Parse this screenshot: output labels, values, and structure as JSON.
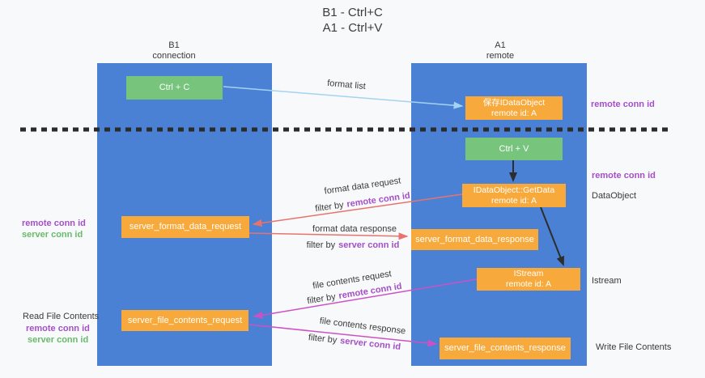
{
  "title": {
    "line1": "B1 - Ctrl+C",
    "line2": "A1 - Ctrl+V"
  },
  "columns": {
    "left": {
      "name": "B1",
      "role": "connection"
    },
    "right": {
      "name": "A1",
      "role": "remote"
    }
  },
  "boxes": {
    "ctrl_c": {
      "label": "Ctrl + C"
    },
    "save_dataobject": {
      "line1": "保存IDataObject",
      "line2": "remote id: A"
    },
    "ctrl_v": {
      "label": "Ctrl + V"
    },
    "getdata": {
      "line1": "IDataObject::GetData",
      "line2": "remote id: A"
    },
    "istream": {
      "line1": "IStream",
      "line2": "remote id: A"
    },
    "server_format_data_request": {
      "label": "server_format_data_request"
    },
    "server_format_data_response": {
      "label": "server_format_data_response"
    },
    "server_file_contents_request": {
      "label": "server_file_contents_request"
    },
    "server_file_contents_response": {
      "label": "server_file_contents_response"
    }
  },
  "edge_labels": {
    "format_list": {
      "text": "format list"
    },
    "format_data_request": {
      "text": "format data request",
      "filter_prefix": "filter by",
      "filter_key": "remote conn id"
    },
    "format_data_response": {
      "text": "format data response",
      "filter_prefix": "filter by",
      "filter_key": "server conn id"
    },
    "file_contents_request": {
      "text": "file contents request",
      "filter_prefix": "filter by",
      "filter_key": "remote conn id"
    },
    "file_contents_response": {
      "text": "file contents response",
      "filter_prefix": "filter by",
      "filter_key": "server conn id"
    }
  },
  "side_labels": {
    "right_remote_conn_id_top": "remote conn id",
    "right_remote_conn_id_mid": "remote conn id",
    "dataobject": "DataObject",
    "istream": "Istream",
    "write_file_contents": "Write File Contents",
    "left_remote_conn_id_top": "remote conn id",
    "left_server_conn_id_top": "server conn id",
    "read_file_contents": "Read File Contents",
    "left_remote_conn_id_bottom": "remote conn id",
    "left_server_conn_id_bottom": "server conn id"
  },
  "colors": {
    "bg": "#f8f9fa",
    "column-blue": "#4a81d4",
    "box-green": "#77c47d",
    "box-orange": "#f7a93b",
    "arrow-lightblue": "#a4d3f1",
    "arrow-red": "#e8736c",
    "arrow-magenta": "#cc52c4",
    "arrow-black": "#2d2d2d",
    "text-purple": "#a44fc8",
    "text-green": "#67bb6a",
    "text-dark": "#3c3c3c"
  }
}
